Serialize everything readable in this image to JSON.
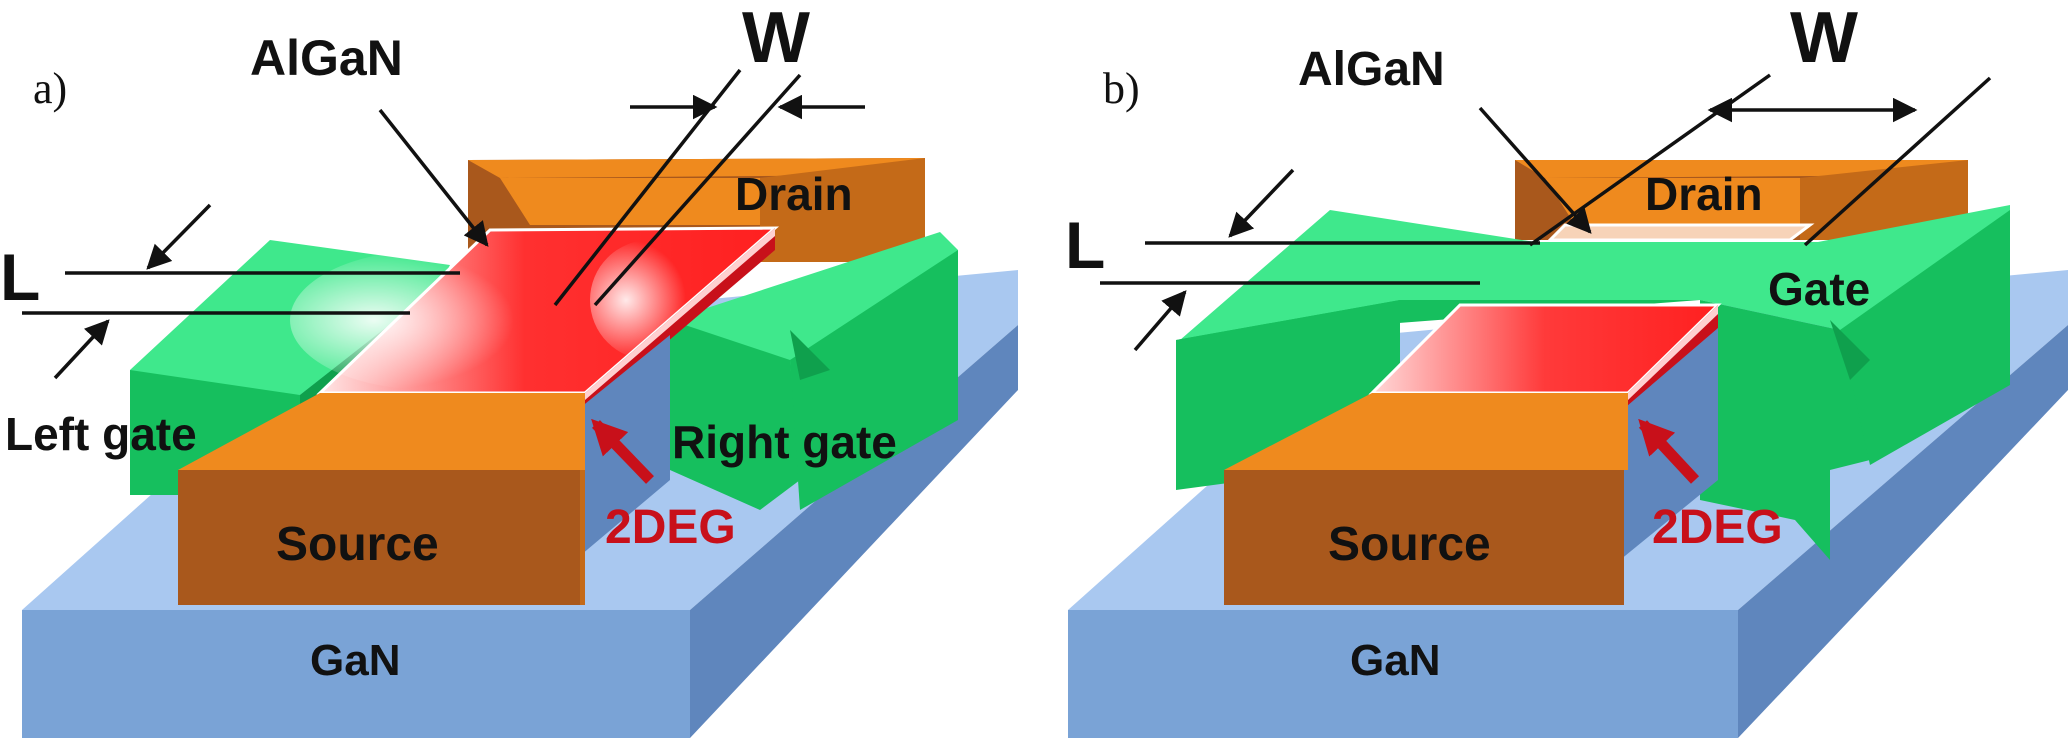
{
  "colors": {
    "gan_top": "#a9c8f0",
    "gan_front": "#7aa3d6",
    "gan_side": "#5f86bd",
    "metal_top": "#ef8a1e",
    "metal_front": "#a9581c",
    "metal_side": "#c46a18",
    "gate_top": "#3fe88c",
    "gate_front": "#16bf5e",
    "gate_dark": "#0fa04d",
    "channel": "#ff3a3a",
    "deg_red": "#c8101a",
    "arrow_black": "#111111"
  },
  "panel_a": {
    "panel_label": "a)",
    "algan": "AlGaN",
    "w": "W",
    "l": "L",
    "drain": "Drain",
    "source": "Source",
    "gan": "GaN",
    "left_gate": "Left gate",
    "right_gate": "Right gate",
    "deg": "2DEG"
  },
  "panel_b": {
    "panel_label": "b)",
    "algan": "AlGaN",
    "w": "W",
    "l": "L",
    "drain": "Drain",
    "gate": "Gate",
    "source": "Source",
    "gan": "GaN",
    "deg": "2DEG"
  }
}
